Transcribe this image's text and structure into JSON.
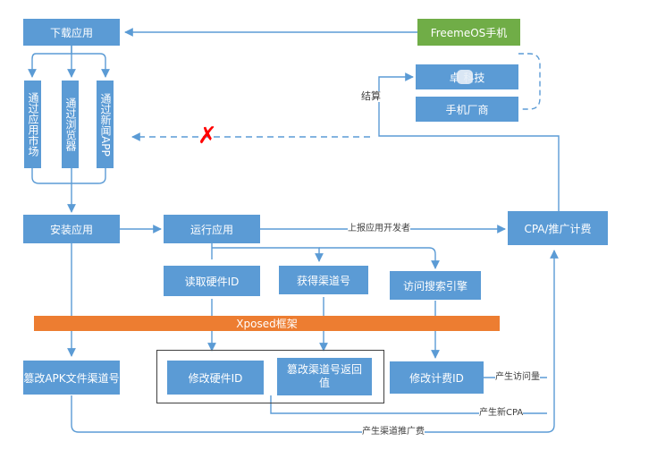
{
  "nodes": {
    "download": "下载应用",
    "freemeos": "FreemeOS手机",
    "zhuo_tech": "卓 科技",
    "phone_maker": "手机厂商",
    "via_market": "通过应用市场",
    "via_browser": "通过浏览器",
    "via_news": "通过新闻APP",
    "install": "安装应用",
    "run": "运行应用",
    "cpa_fee": "CPA/推广计费",
    "read_hw": "读取硬件ID",
    "get_channel": "获得渠道号",
    "visit_search": "访问搜索引擎",
    "xposed": "Xposed框架",
    "tamper_apk": "篡改APK文件渠道号",
    "modify_hw": "修改硬件ID",
    "tamper_channel_ret": "篡改渠道号返回值",
    "modify_fee": "修改计费ID"
  },
  "edge_labels": {
    "settle": "结算",
    "report_dev": "上报应用开发者",
    "gen_visits": "产生访问量",
    "gen_new_cpa": "产生新CPA",
    "gen_channel_fee": "产生渠道推广费"
  },
  "colors": {
    "box": "#5B9BD5",
    "green": "#70AD47",
    "xposed_bar": "#ED7D31",
    "cross": "#FF0000"
  }
}
